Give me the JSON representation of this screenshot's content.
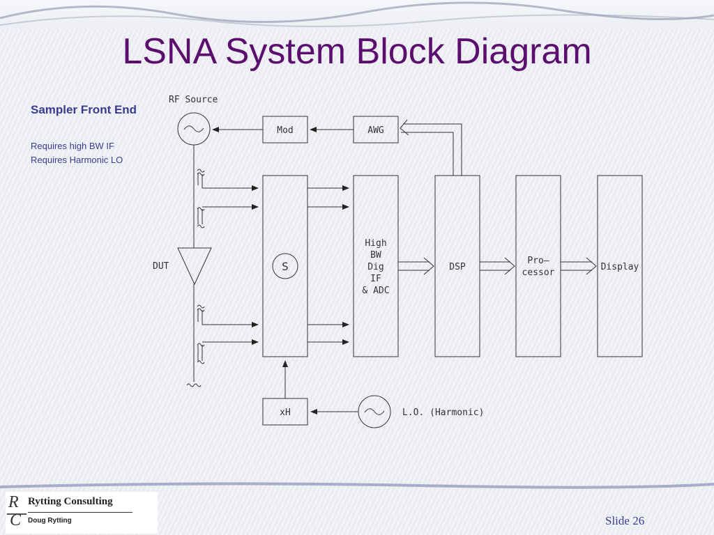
{
  "title": "LSNA System Block Diagram",
  "heading": "Sampler Front End",
  "notes": [
    "Requires high BW IF",
    "Requires Harmonic LO"
  ],
  "diagram": {
    "rf_source": "RF Source",
    "mod": "Mod",
    "awg": "AWG",
    "dut": "DUT",
    "sampler": "S",
    "if_lines": [
      "High",
      "BW",
      "Dig",
      "IF",
      "& ADC"
    ],
    "dsp": "DSP",
    "processor_lines": [
      "Pro—",
      "cessor"
    ],
    "display": "Display",
    "xh": "xH",
    "lo": "L.O. (Harmonic)"
  },
  "footer": {
    "logo_r": "R",
    "logo_c": "C",
    "company": "Rytting Consulting",
    "person": "Doug Rytting",
    "slide": "Slide 26"
  }
}
